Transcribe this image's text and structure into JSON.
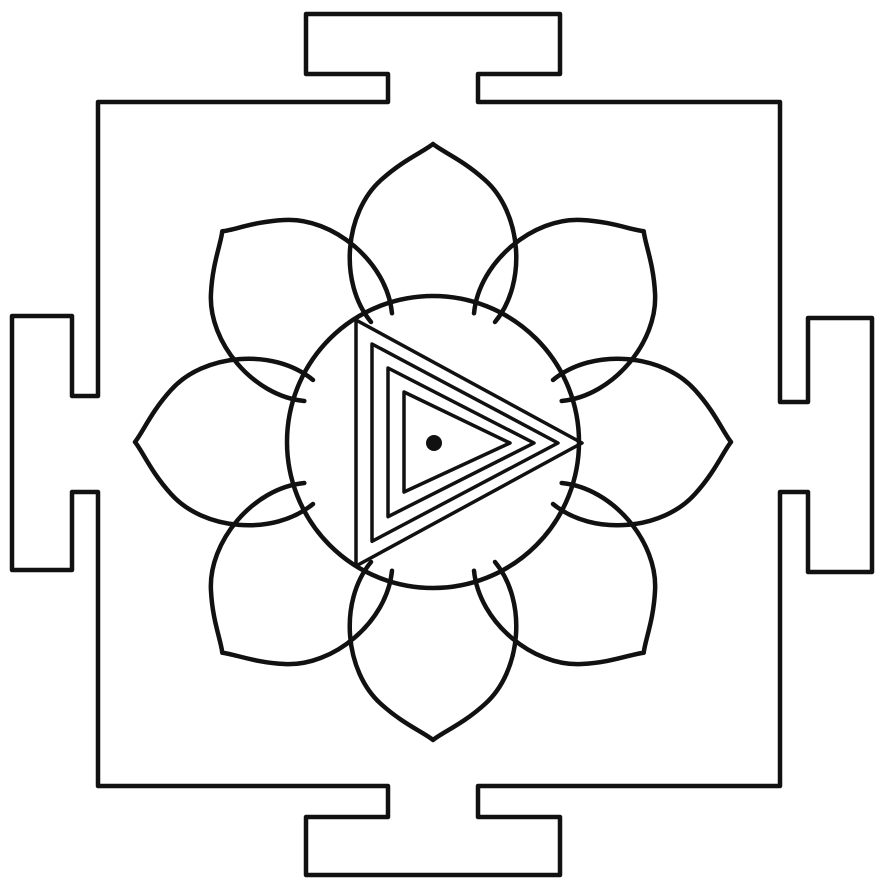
{
  "diagram": {
    "type": "yantra",
    "petal_count": 8,
    "nested_triangle_count": 4,
    "has_central_bindu": true,
    "gate_count": 4
  },
  "colors": {
    "ink": "#111111",
    "paper": "#ffffff"
  }
}
